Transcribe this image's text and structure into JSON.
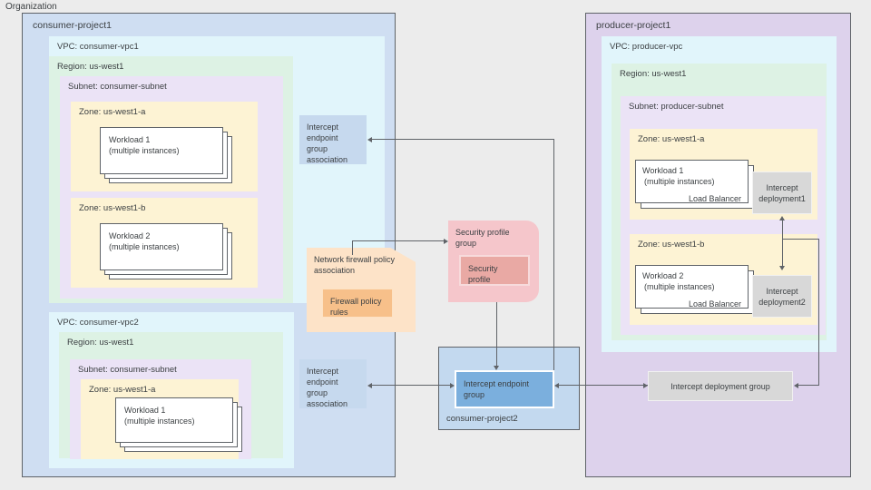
{
  "diagram": {
    "organization_label": "Organization"
  },
  "consumer_project1": {
    "title": "consumer-project1",
    "vpc1": {
      "title": "VPC: consumer-vpc1",
      "region": {
        "title": "Region: us-west1",
        "subnet": {
          "title": "Subnet: consumer-subnet",
          "zones": [
            {
              "title": "Zone: us-west1-a",
              "workload": {
                "name": "Workload 1",
                "sub": "(multiple instances)"
              }
            },
            {
              "title": "Zone: us-west1-b",
              "workload": {
                "name": "Workload 2",
                "sub": "(multiple instances)"
              }
            }
          ]
        }
      }
    },
    "vpc2": {
      "title": "VPC: consumer-vpc2",
      "region": {
        "title": "Region: us-west1",
        "subnet": {
          "title": "Subnet: consumer-subnet",
          "zones": [
            {
              "title": "Zone: us-west1-a",
              "workload": {
                "name": "Workload 1",
                "sub": "(multiple instances)"
              }
            }
          ]
        }
      }
    },
    "assoc_top": "Intercept endpoint group association",
    "assoc_bottom": "Intercept endpoint group association",
    "firewall": {
      "title": "Network firewall policy association",
      "rules": "Firewall policy rules"
    }
  },
  "consumer_project2": {
    "title": "consumer-project2",
    "intercept_endpoint_group": "Intercept endpoint group"
  },
  "security": {
    "profile_group": "Security profile group",
    "profile": "Security profile"
  },
  "producer_project1": {
    "title": "producer-project1",
    "vpc": {
      "title": "VPC: producer-vpc",
      "region": {
        "title": "Region: us-west1",
        "subnet": {
          "title": "Subnet: producer-subnet",
          "zones": [
            {
              "title": "Zone: us-west1-a",
              "workload": {
                "name": "Workload 1",
                "sub": "(multiple instances)",
                "lb": "Load Balancer"
              },
              "deployment": "Intercept deployment1"
            },
            {
              "title": "Zone: us-west1-b",
              "workload": {
                "name": "Workload 2",
                "sub": "(multiple instances)",
                "lb": "Load Balancer"
              },
              "deployment": "Intercept deployment2"
            }
          ]
        }
      }
    },
    "deployment_group": "Intercept deployment group"
  },
  "colors": {
    "canvas": "#ececec",
    "project_consumer": "#cfdef2",
    "project_producer": "#ddd2ec",
    "vpc": "#e1f5fb",
    "region": "#ddf2e4",
    "subnet": "#ebe3f6",
    "zone": "#fdf3d4",
    "association": "#c6d9ee",
    "endpoint_group": "#7bafdd",
    "deployment": "#d8d8d8",
    "security_profile_group": "#f5c6cb",
    "security_profile": "#e9a9a4",
    "firewall_assoc": "#fde3c8",
    "firewall_rules": "#f7c08a",
    "stroke": "#5f6368",
    "text": "#3c4043"
  }
}
